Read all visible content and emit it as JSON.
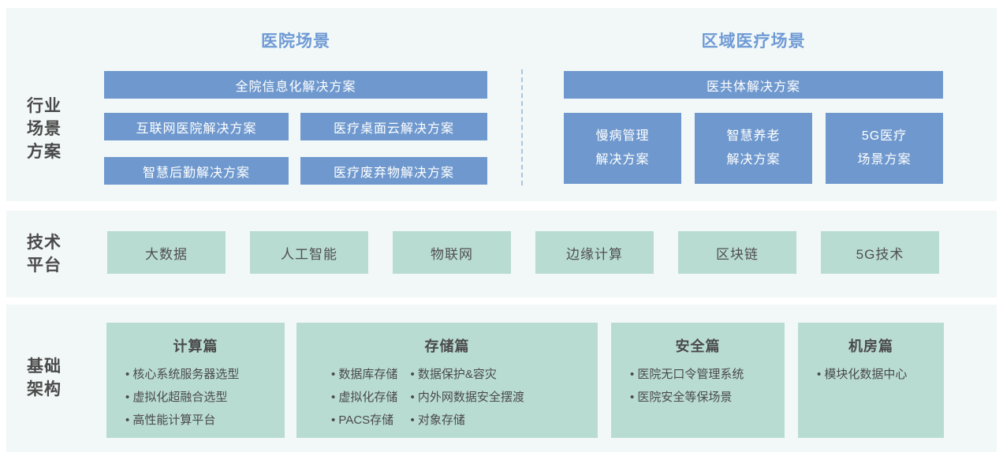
{
  "colors": {
    "band_background": "#f2f8f7",
    "blue_box": "#6f99ce",
    "blue_title_text": "#6f9ad5",
    "green_box": "#b9dcd2",
    "dark_text": "#4a4a4a",
    "white_text": "#ffffff",
    "divider_dashed": "#a9c3dd"
  },
  "industry": {
    "label_lines": [
      "行业",
      "场景",
      "方案"
    ],
    "hospital": {
      "title": "医院场景",
      "full_width_box": "全院信息化解决方案",
      "boxes": [
        "互联网医院解决方案",
        "医疗桌面云解决方案",
        "智慧后勤解决方案",
        "医疗废弃物解决方案"
      ]
    },
    "regional": {
      "title": "区域医疗场景",
      "full_width_box": "医共体解决方案",
      "boxes": [
        {
          "line1": "慢病管理",
          "line2": "解决方案"
        },
        {
          "line1": "智慧养老",
          "line2": "解决方案"
        },
        {
          "line1": "5G医疗",
          "line2": "场景方案"
        }
      ]
    }
  },
  "tech": {
    "label_lines": [
      "技术",
      "平台"
    ],
    "items": [
      "大数据",
      "人工智能",
      "物联网",
      "边缘计算",
      "区块链",
      "5G技术"
    ]
  },
  "infra": {
    "label_lines": [
      "基础",
      "架构"
    ],
    "cards": [
      {
        "title": "计算篇",
        "bullets": [
          "核心系统服务器选型",
          "虚拟化超融合选型",
          "高性能计算平台"
        ]
      },
      {
        "title": "存储篇",
        "col1": [
          "数据库存储",
          "虚拟化存储",
          "PACS存储"
        ],
        "col2": [
          "数据保护&容灾",
          "内外网数据安全摆渡",
          "对象存储"
        ]
      },
      {
        "title": "安全篇",
        "bullets": [
          "医院无口令管理系统",
          "医院安全等保场景"
        ]
      },
      {
        "title": "机房篇",
        "bullets": [
          "模块化数据中心"
        ]
      }
    ]
  }
}
